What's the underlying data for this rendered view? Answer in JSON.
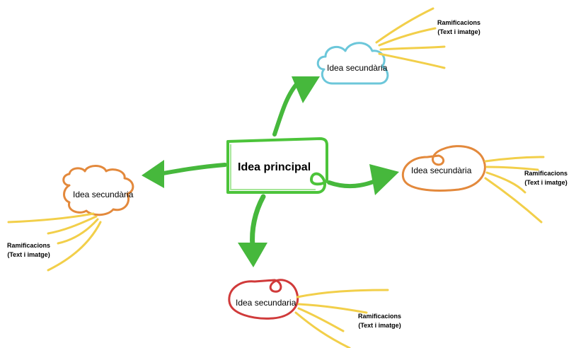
{
  "main_idea": "Idea principal",
  "nodes": [
    {
      "label": "Idea secundària",
      "color": "#6cc7da"
    },
    {
      "label": "Idea secundària",
      "color": "#e3893c"
    },
    {
      "label": "Idea secundària",
      "color": "#e3893c"
    },
    {
      "label": "Idea secundaria",
      "color": "#d03a3a"
    }
  ],
  "branches": [
    {
      "line1": "Ramificacions",
      "line2": "(Text i imatge)"
    },
    {
      "line1": "Ramificacions",
      "line2": "(Text i imatge)"
    },
    {
      "line1": "Ramificacions",
      "line2": "(Text i imatge)"
    },
    {
      "line1": "Ramificacions",
      "line2": "(Text i imatge)"
    }
  ],
  "colors": {
    "main": "#4cc43a",
    "arrow": "#46b83c",
    "branch": "#f2cf4a"
  }
}
